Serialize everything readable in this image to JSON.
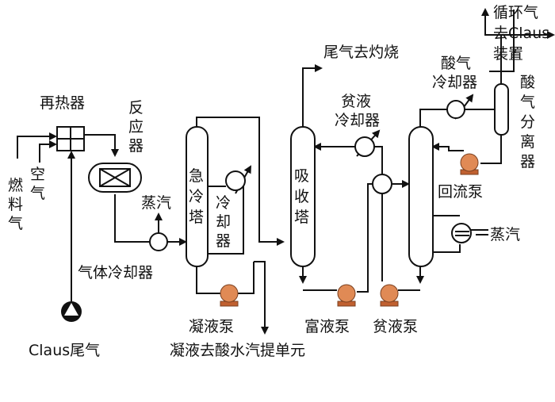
{
  "labels": {
    "recycle_gas": [
      "循环气",
      "去Claus",
      "装置"
    ],
    "tail_gas_incineration": "尾气去灼烧",
    "reheater": "再热器",
    "reactor": [
      "反",
      "应",
      "器"
    ],
    "lean_cooler": [
      "贫液",
      "冷却器"
    ],
    "acid_cooler": [
      "酸气",
      "冷却器"
    ],
    "acid_separator": [
      "酸",
      "气",
      "分",
      "离",
      "器"
    ],
    "air": [
      "空",
      "气"
    ],
    "fuel_gas": [
      "燃",
      "料",
      "气"
    ],
    "steam_left": "蒸汽",
    "quench_tower": [
      "急",
      "冷",
      "塔"
    ],
    "quench_cooler": [
      "冷",
      "却",
      "器"
    ],
    "absorber": [
      "吸",
      "收",
      "塔"
    ],
    "reflux_pump": "回流泵",
    "steam_right": "蒸汽",
    "gas_cooler": "气体冷却器",
    "condensate_pump": "凝液泵",
    "rich_pump": "富液泵",
    "lean_pump": "贫液泵",
    "condensate_to_stripper": "凝液去酸水汽提单元",
    "claus_tail_gas": "Claus尾气"
  },
  "colors": {
    "pump": "#e08a55",
    "line": "#111111"
  }
}
